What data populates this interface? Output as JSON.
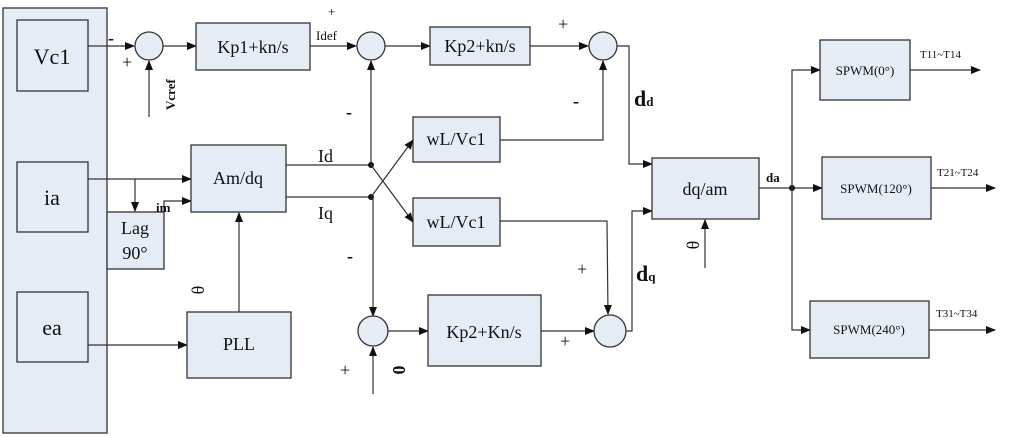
{
  "blocks": {
    "vc1": "Vc1",
    "ia": "ia",
    "ea": "ea",
    "kp1": "Kp1+kn/s",
    "kp2_top": "Kp2+kn/s",
    "kp2_bottom": "Kp2+Kn/s",
    "wl_top": "wL/Vc1",
    "wl_bottom": "wL/Vc1",
    "amdq": "Am/dq",
    "lag_line1": "Lag",
    "lag_line2": "90°",
    "pll": "PLL",
    "dqam": "dq/am",
    "spwm0": "SPWM(0°)",
    "spwm120": "SPWM(120°)",
    "spwm240": "SPWM(240°)"
  },
  "labels": {
    "minus1": "-",
    "plus1": "+",
    "vcref": "Vcref",
    "plus_idef": "+",
    "idef": "Idef",
    "minus_id": "-",
    "plus3": "+",
    "minus3": "-",
    "id": "Id",
    "iq": "Iq",
    "im": "im",
    "theta_pll": "θ",
    "minus_iq": "-",
    "plus4": "+",
    "zero": "0",
    "plus5a": "+",
    "plus5b": "+",
    "dd_main": "d",
    "dd_sub": "d",
    "dq_main": "d",
    "dq_sub": "q",
    "theta_dqam": "θ",
    "da": "da",
    "out1": "T11~T14",
    "out2": "T21~T24",
    "out3": "T31~T34"
  }
}
